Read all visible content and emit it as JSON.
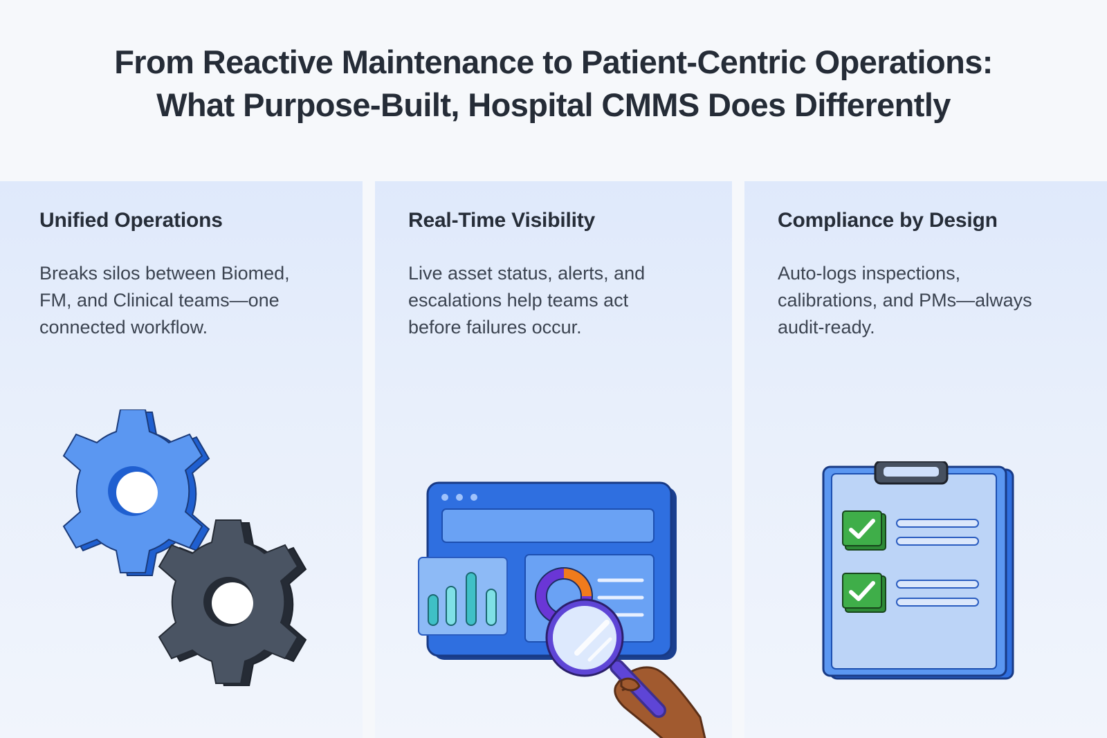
{
  "header": {
    "title_line1": "From Reactive Maintenance to Patient-Centric Operations:",
    "title_line2": "What Purpose-Built, Hospital CMMS Does Differently"
  },
  "cards": [
    {
      "title": "Unified Operations",
      "lines": [
        "Breaks silos between Biomed,",
        "FM, and Clinical teams—one",
        "connected workflow."
      ],
      "icon": "gears-icon"
    },
    {
      "title": "Real-Time Visibility",
      "lines": [
        "Live asset status, alerts, and",
        "escalations help teams act",
        "before failures occur."
      ],
      "icon": "dashboard-magnifier-icon"
    },
    {
      "title": "Compliance by Design",
      "lines": [
        "Auto-logs inspections,",
        "calibrations, and PMs—always",
        "audit-ready."
      ],
      "icon": "clipboard-checklist-icon"
    }
  ],
  "colors": {
    "gear_blue": "#4d8ff0",
    "gear_dark": "#46505f",
    "dashboard_blue": "#2f6fe0",
    "check_green": "#3fae49",
    "clipboard_light": "#b9d2f6"
  }
}
